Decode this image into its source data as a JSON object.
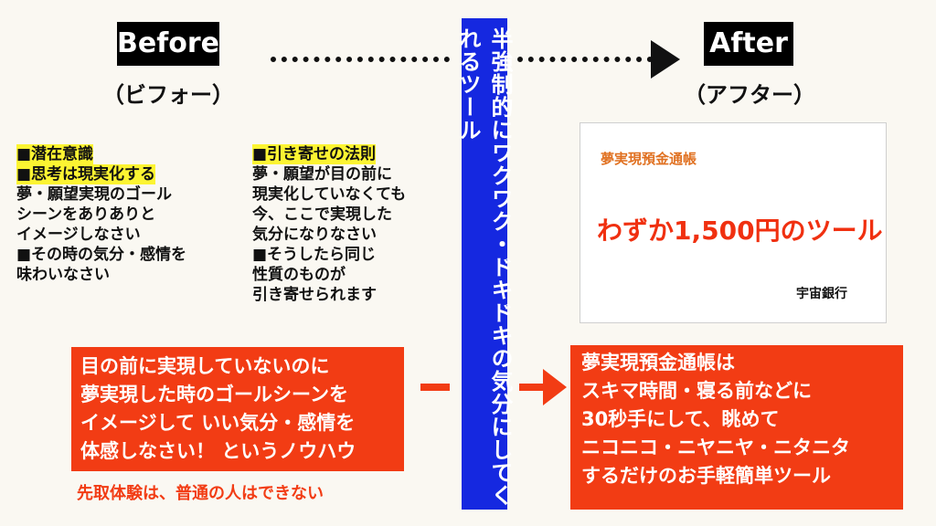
{
  "before": {
    "label": "Before",
    "sub": "（ビフォー）"
  },
  "after": {
    "label": "After",
    "sub": "（アフター）"
  },
  "vertical_label": "半強制的にワクワク・ドキドキの気分にしてくれるツール",
  "left_block": [
    "■潜在意識",
    "■思考は現実化する",
    "夢・願望実現のゴール",
    "シーンをありありと",
    "イメージしなさい",
    "■その時の気分・感情を",
    "味わいなさい"
  ],
  "middle_block": [
    "■引き寄せの法則",
    "夢・願望が目の前に",
    "現実化していなくても",
    "今、ここで実現した",
    "気分になりなさい",
    "■そうしたら同じ",
    "性質のものが",
    "引き寄せられます"
  ],
  "passbook": {
    "title": "夢実現預金通帳",
    "main": "わずか1,500円のツール",
    "bank": "宇宙銀行"
  },
  "left_red_box": [
    "目の前に実現していないのに",
    "夢実現した時のゴールシーンを",
    "イメージして いい気分・感情を",
    "体感しなさい！ というノウハウ"
  ],
  "left_red_note": "先取体験は、普通の人はできない",
  "right_red_box": [
    "夢実現預金通帳は",
    "スキマ時間・寝る前などに",
    "30秒手にして、眺めて",
    "ニコニコ・ニヤニヤ・ニタニタ",
    "するだけのお手軽簡単ツール"
  ],
  "colors": {
    "background": "#faf8f2",
    "blue_bar": "#1528e0",
    "red": "#f23c14",
    "highlight": "#fcf432",
    "orange": "#e07020"
  }
}
